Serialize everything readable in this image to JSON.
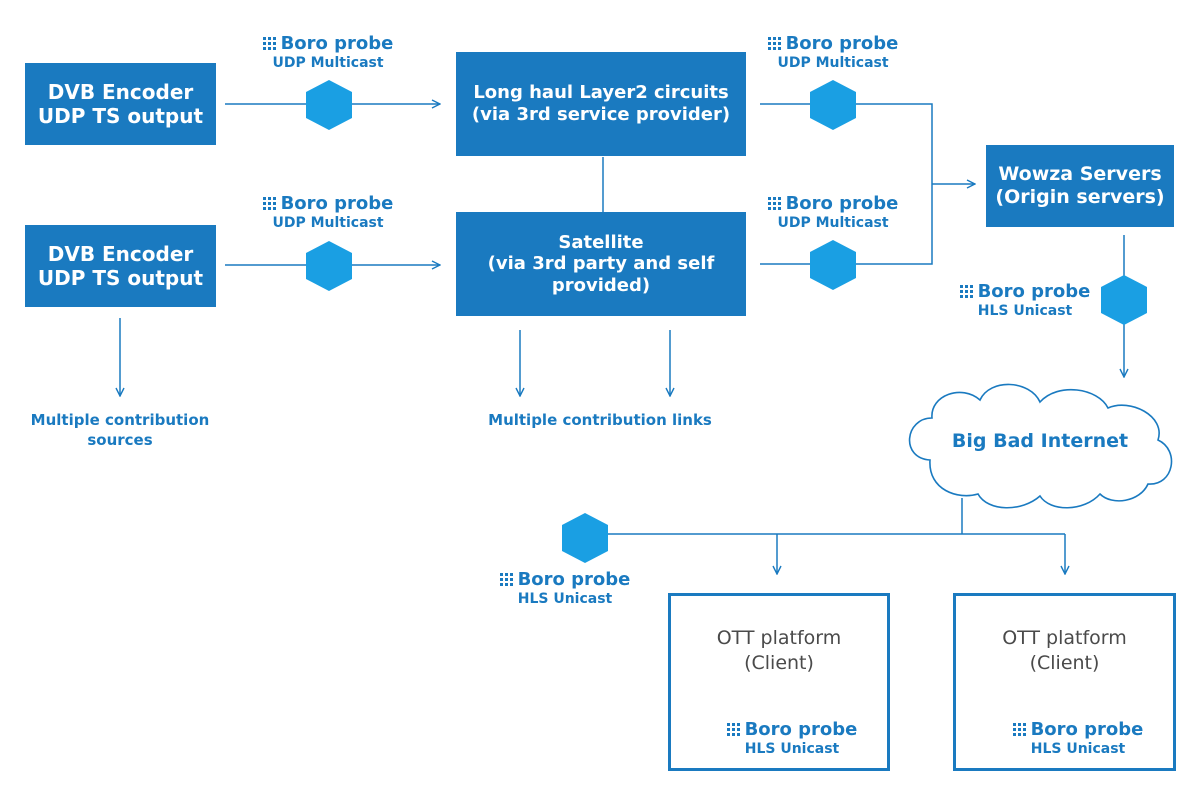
{
  "colors": {
    "primary": "#1a7ac0",
    "hexagon": "#1a9fe3",
    "white": "#ffffff",
    "client_text": "#4a4a4a"
  },
  "encoder_top": {
    "line1": "DVB Encoder",
    "line2": "UDP TS output"
  },
  "encoder_bottom": {
    "line1": "DVB Encoder",
    "line2": "UDP TS output"
  },
  "long_haul": {
    "line1": "Long haul Layer2 circuits",
    "line2": "(via 3rd service provider)"
  },
  "satellite": {
    "line1": "Satellite",
    "line2": "(via 3rd party and self",
    "line3": "provided)"
  },
  "wowza": {
    "line1": "Wowza Servers",
    "line2": "(Origin servers)"
  },
  "cloud": {
    "label": "Big Bad Internet"
  },
  "probe_name": "Boro probe",
  "probe_icon": "grid-dots-icon",
  "probes": {
    "p1": {
      "type": "UDP Multicast"
    },
    "p2": {
      "type": "UDP Multicast"
    },
    "p3": {
      "type": "UDP Multicast"
    },
    "p4": {
      "type": "UDP Multicast"
    },
    "p5": {
      "type": "HLS Unicast"
    },
    "p6": {
      "type": "HLS Unicast"
    },
    "p7": {
      "type": "HLS Unicast"
    },
    "p8": {
      "type": "HLS Unicast"
    }
  },
  "notes": {
    "sources": {
      "line1": "Multiple contribution",
      "line2": "sources"
    },
    "links": {
      "line1": "Multiple contribution links"
    }
  },
  "ott1": {
    "line1": "OTT platform",
    "line2": "(Client)"
  },
  "ott2": {
    "line1": "OTT platform",
    "line2": "(Client)"
  }
}
